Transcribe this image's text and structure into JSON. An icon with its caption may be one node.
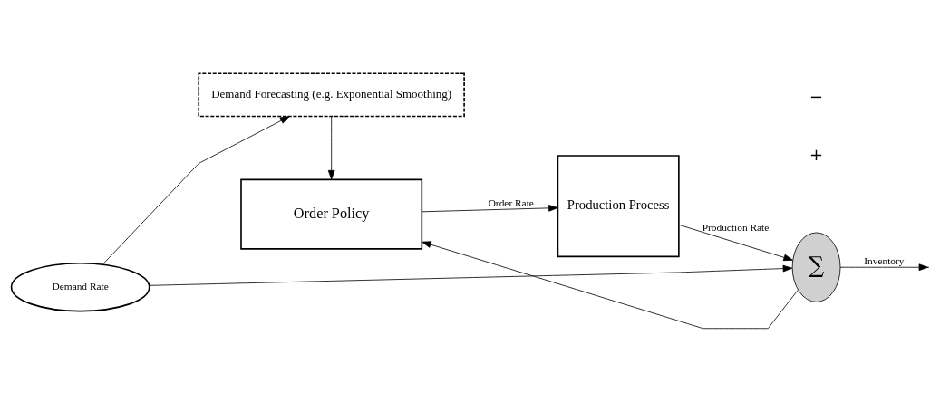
{
  "diagram": {
    "nodes": [
      {
        "text": [
          "Demand Forecasting (e.g. Exponential Smoothing)"
        ]
      },
      {
        "text": [
          "Demand Rate"
        ]
      },
      {
        "text": [
          "Order Policy"
        ]
      },
      {
        "text": [
          "Production Process"
        ]
      },
      {
        "text": [
          "∑"
        ]
      }
    ],
    "edges": [
      {
        "from": 1,
        "to": 0,
        "arrow": "to"
      },
      {
        "from": 0,
        "to": 2,
        "arrow": "to"
      },
      {
        "from": 2,
        "to": 3,
        "label": "Order Rate",
        "arrow": "to"
      },
      {
        "from": 3,
        "to": 4,
        "label": "Production Rate",
        "arrow": "to"
      },
      {
        "from": 1,
        "to": 4,
        "arrow": "to"
      },
      {
        "from": 4,
        "to": null,
        "label": "Inventory",
        "arrow": "to"
      },
      {
        "from": 4,
        "to": 2,
        "arrow": "to"
      }
    ],
    "labels": [
      "+",
      "−"
    ]
  }
}
